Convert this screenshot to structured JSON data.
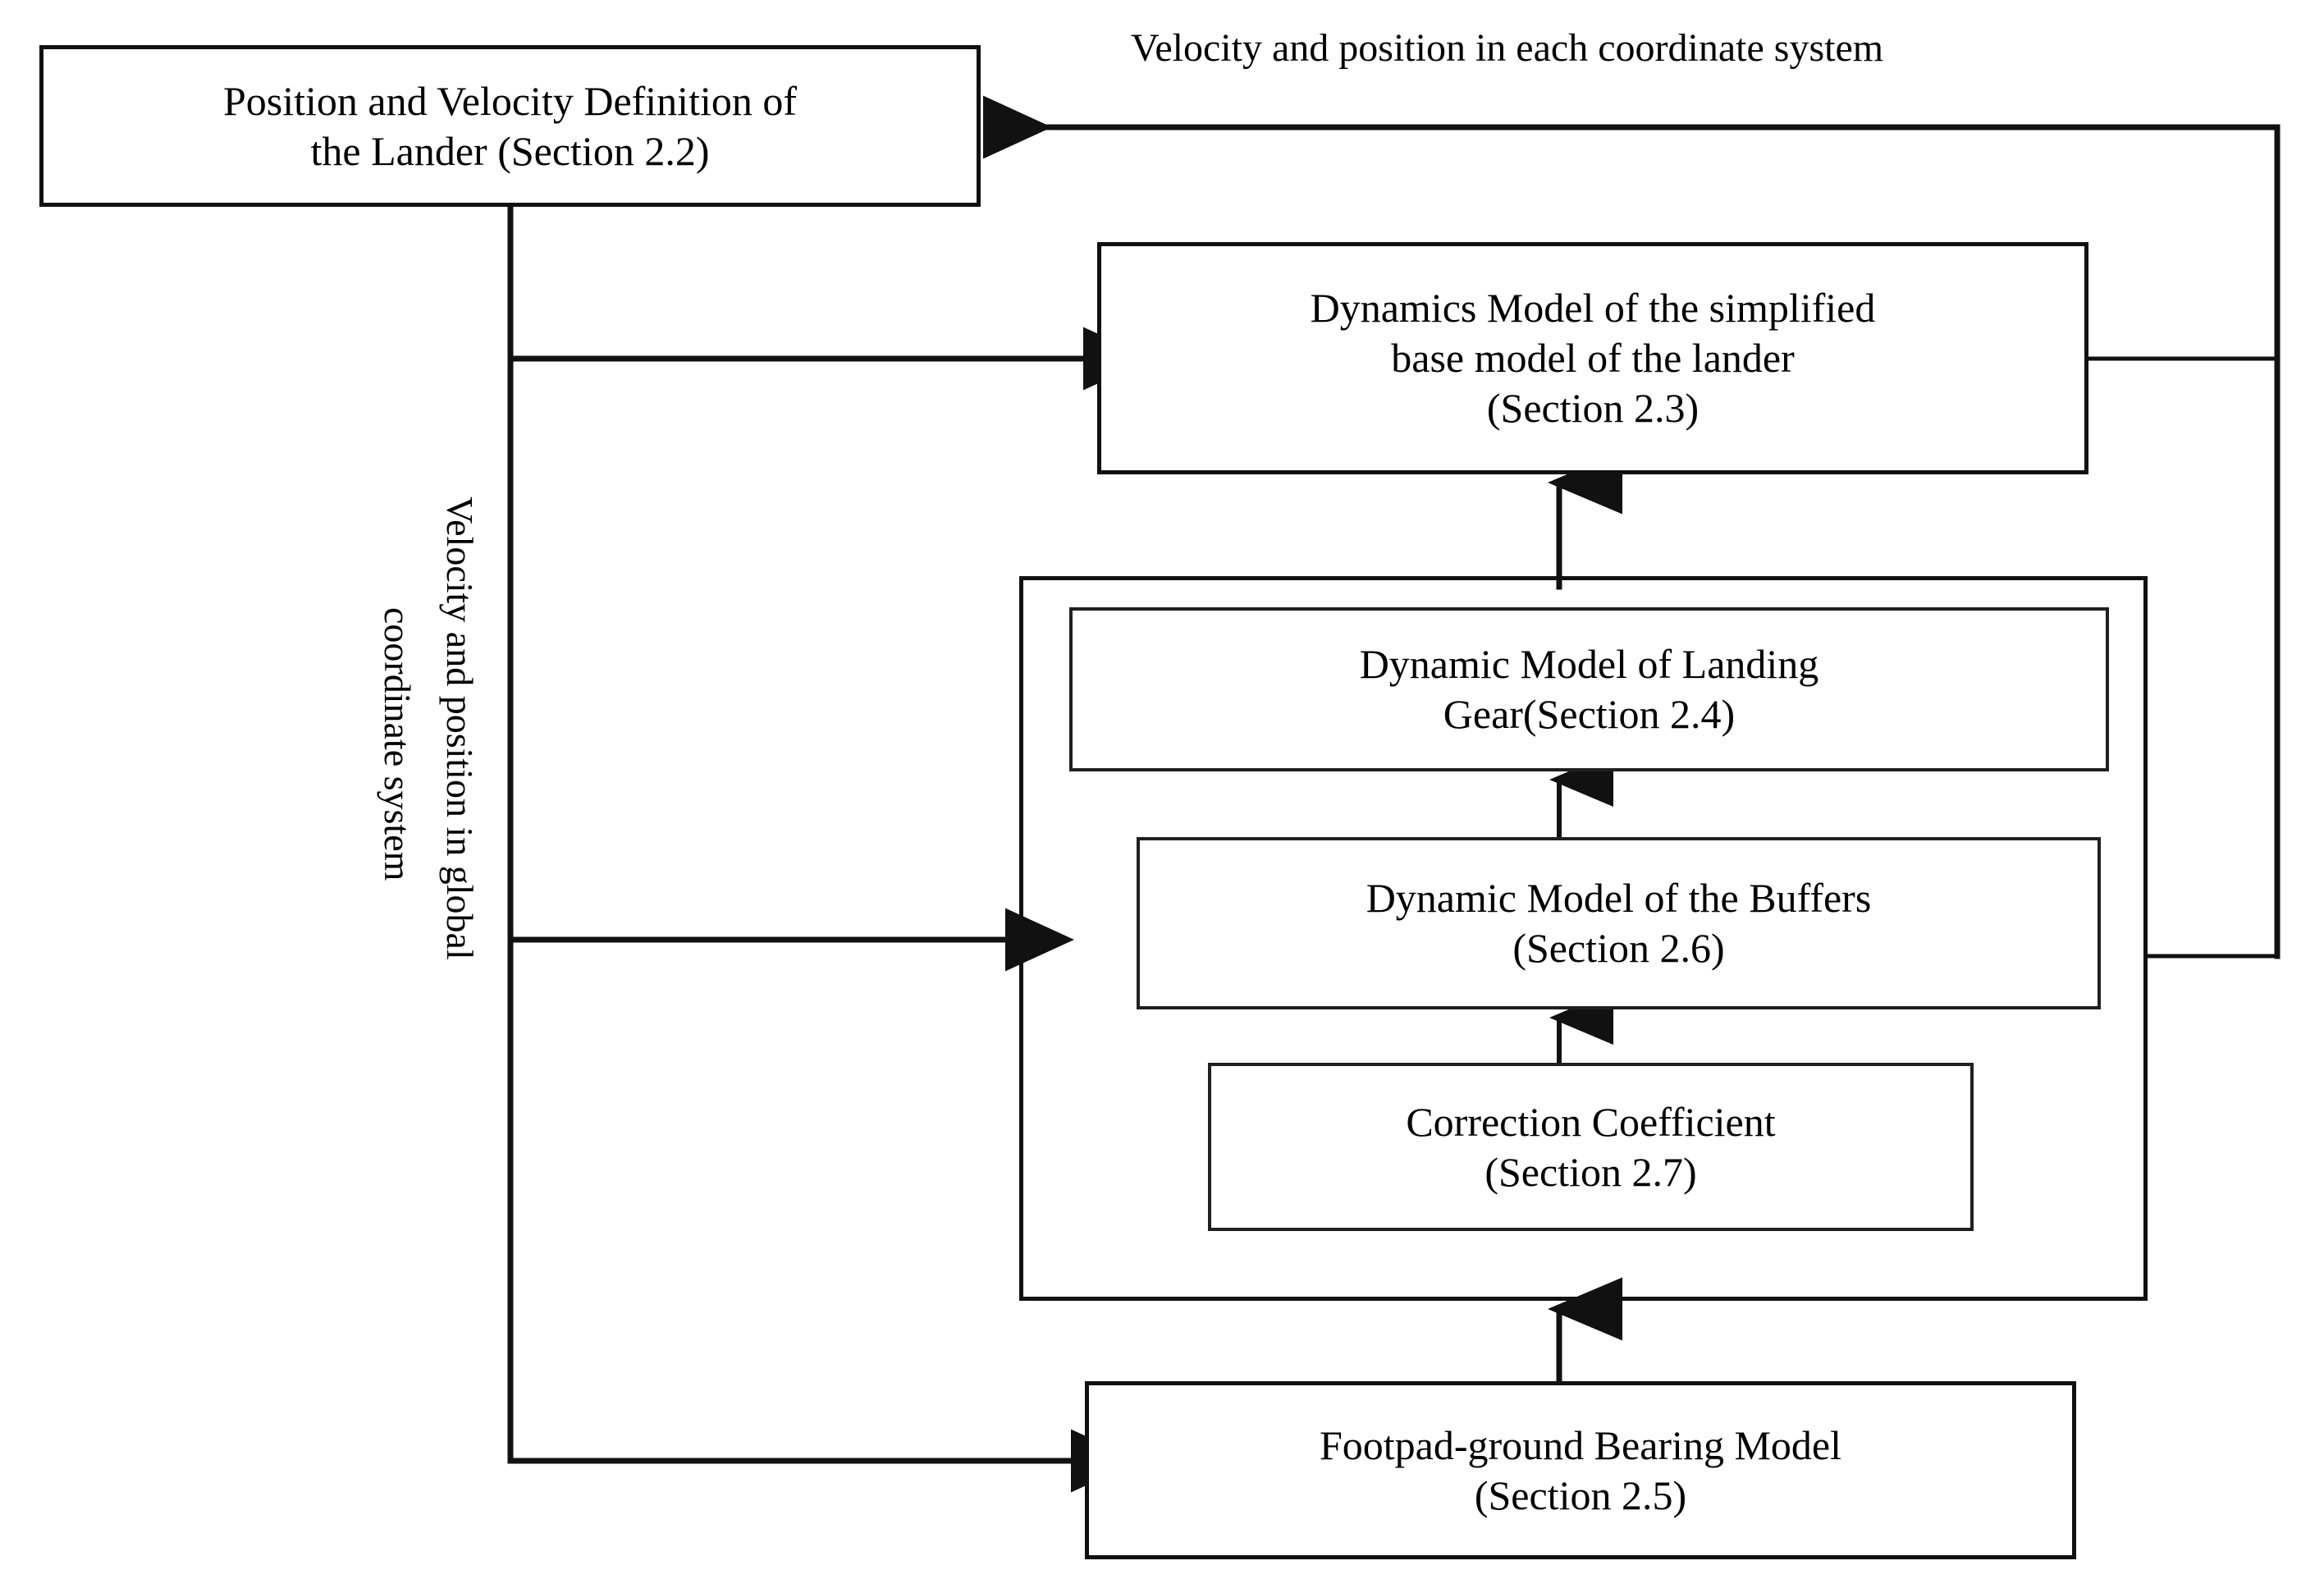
{
  "figure": {
    "kind": "flow-diagram",
    "title_text_present": false,
    "background_color": "#ffffff",
    "line_color": "#111111",
    "text_color": "#000000"
  },
  "nodes": {
    "position_velocity": {
      "label": "Position and Velocity Definition of\nthe Lander (Section 2.2)",
      "section": "2.2"
    },
    "dynamics_base": {
      "label": "Dynamics Model of the simplified\nbase model of the lander\n(Section 2.3)",
      "section": "2.3"
    },
    "landing_gear": {
      "label": "Dynamic Model of Landing\nGear(Section 2.4)",
      "section": "2.4"
    },
    "buffers": {
      "label": "Dynamic Model of the Buffers\n(Section 2.6)",
      "section": "2.6"
    },
    "correction_coefficient": {
      "label": "Correction Coefficient\n(Section 2.7)",
      "section": "2.7"
    },
    "footpad_ground": {
      "label": "Footpad-ground Bearing Model\n(Section 2.5)",
      "section": "2.5"
    }
  },
  "edge_labels": {
    "feedback_top": "Velocity and position in each coordinate system",
    "global_left_line1": "Velocity and position in global",
    "global_left_line2": "coordinate system"
  },
  "connections": [
    {
      "from": "position_velocity",
      "to": "dynamics_base",
      "label": "Velocity and position in global coordinate system",
      "direction": "right"
    },
    {
      "from": "position_velocity",
      "to": "landing_gear_group",
      "label": "Velocity and position in global coordinate system",
      "direction": "right"
    },
    {
      "from": "position_velocity",
      "to": "footpad_ground",
      "label": "Velocity and position in global coordinate system",
      "direction": "right"
    },
    {
      "from": "dynamics_base",
      "to": "position_velocity",
      "label": "Velocity and position in each coordinate system",
      "direction": "left"
    },
    {
      "from": "landing_gear_group",
      "to": "position_velocity",
      "label": "Velocity and position in each coordinate system",
      "direction": "left"
    },
    {
      "from": "landing_gear_group",
      "to": "dynamics_base",
      "direction": "up"
    },
    {
      "from": "buffers",
      "to": "landing_gear",
      "direction": "up"
    },
    {
      "from": "correction_coefficient",
      "to": "buffers",
      "direction": "up"
    },
    {
      "from": "footpad_ground",
      "to": "landing_gear_group",
      "direction": "up"
    }
  ]
}
